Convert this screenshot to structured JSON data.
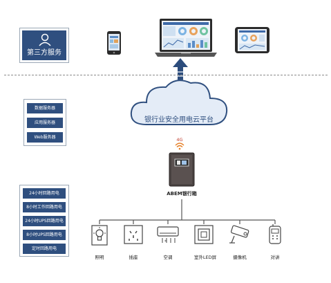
{
  "third_party": {
    "label": "第三方服务"
  },
  "cloud": {
    "label": "银行业安全用电云平台"
  },
  "services": [
    "数据服务器",
    "应用服务器",
    "Web服务器"
  ],
  "circuits": [
    "24小时回路用电",
    "8小时工作回路用电",
    "24小时UPS回路用电",
    "8小时UPS回路用电",
    "定时回路用电"
  ],
  "box": {
    "signal": "4G",
    "label": "ABEM银行箱"
  },
  "devices": [
    "照明",
    "插座",
    "空调",
    "室外LED屏",
    "摄像机",
    "对讲"
  ],
  "colors": {
    "panel_blue": "#2f4f7f",
    "arrow_blue": "#2c4c7c",
    "cloud_fill": "#e4ecf7"
  }
}
